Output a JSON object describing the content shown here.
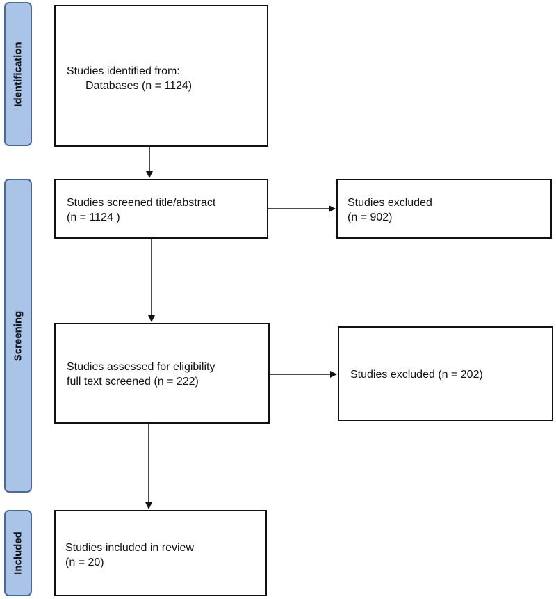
{
  "phases": {
    "identification": "Identification",
    "screening": "Screening",
    "included": "Included"
  },
  "boxes": {
    "identified": {
      "line1": "Studies identified from:",
      "line2": "Databases (n = 1124)"
    },
    "screened": {
      "line1": "Studies screened title/abstract",
      "line2": "(n = 1124 )"
    },
    "excluded_1": {
      "line1": "Studies excluded",
      "line2": "(n = 902)"
    },
    "assessed": {
      "line1": "Studies assessed for eligibility",
      "line2": "full text screened (n = 222)"
    },
    "excluded_2": {
      "line1": "Studies excluded (n = 202)"
    },
    "included": {
      "line1": "Studies included in review",
      "line2": "(n = 20)"
    }
  }
}
